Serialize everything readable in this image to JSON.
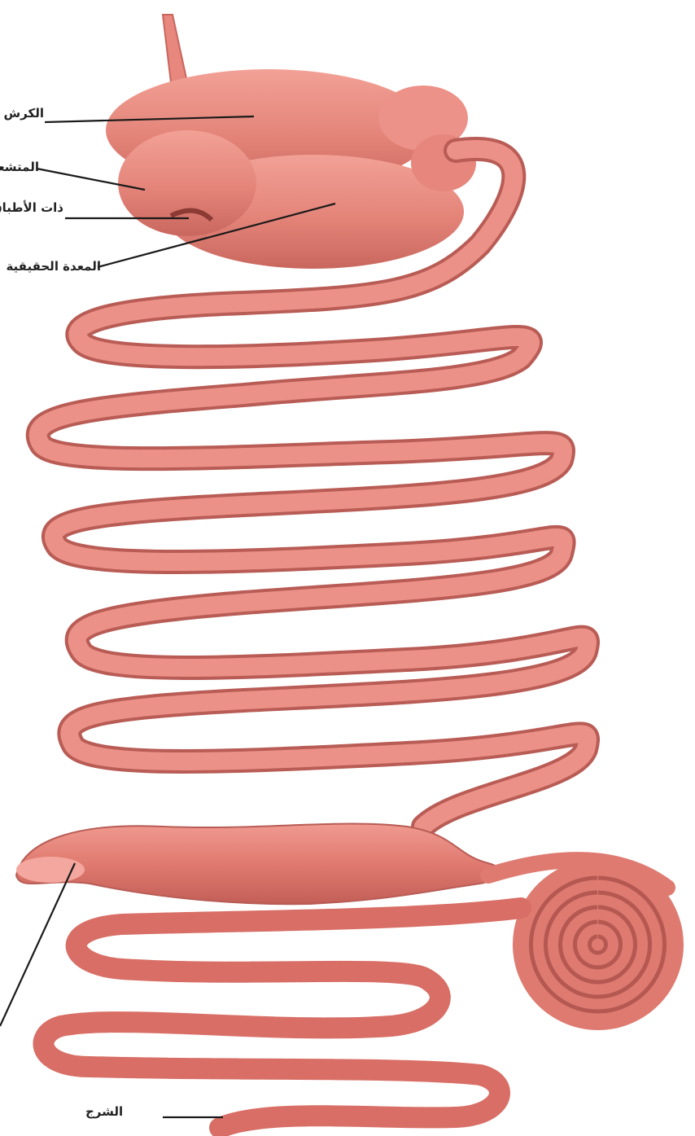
{
  "labels": {
    "rumen": "الكرش",
    "reticulum": "المتشعبة",
    "omasum": "ذات الأطباق",
    "abomasum": "المعدة الحقيقية",
    "cecum": "",
    "anus": "الشرج"
  },
  "colors": {
    "organ_base": "#e8877d",
    "organ_light": "#f4a79d",
    "organ_dark": "#c8665e",
    "line": "#1a1a1a"
  }
}
